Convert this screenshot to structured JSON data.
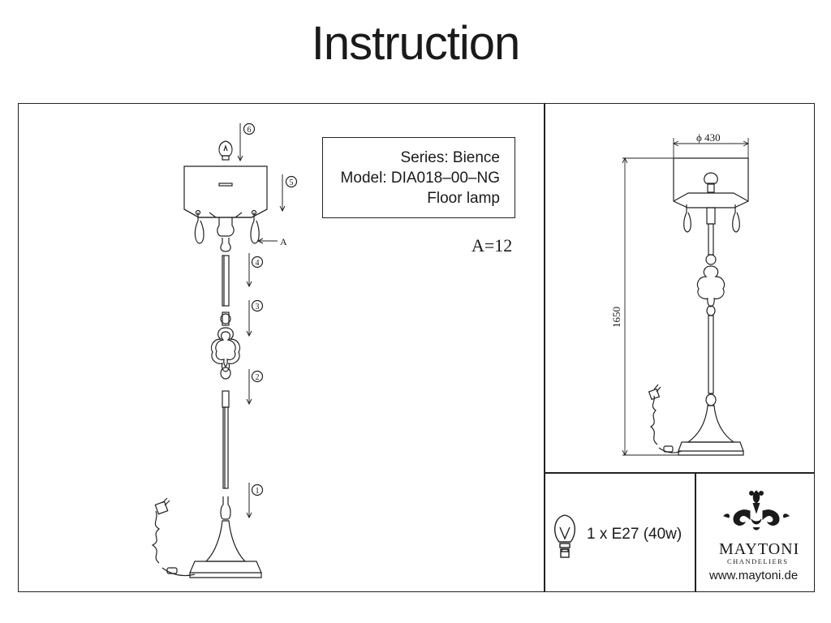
{
  "title": "Instruction",
  "info": {
    "series": "Series: Bience",
    "model": "Model: DIA018–00–NG",
    "type": "Floor lamp"
  },
  "fastener_label": "A",
  "fastener_count": "A=12",
  "steps": [
    "1",
    "2",
    "3",
    "4",
    "5",
    "6"
  ],
  "dimensions": {
    "diameter": "ϕ 430",
    "height": "1650"
  },
  "bulb_spec": "1 x E27 (40w)",
  "brand": {
    "name": "MAYTONI",
    "sub": "CHANDELIERS",
    "url": "www.maytoni.de"
  }
}
